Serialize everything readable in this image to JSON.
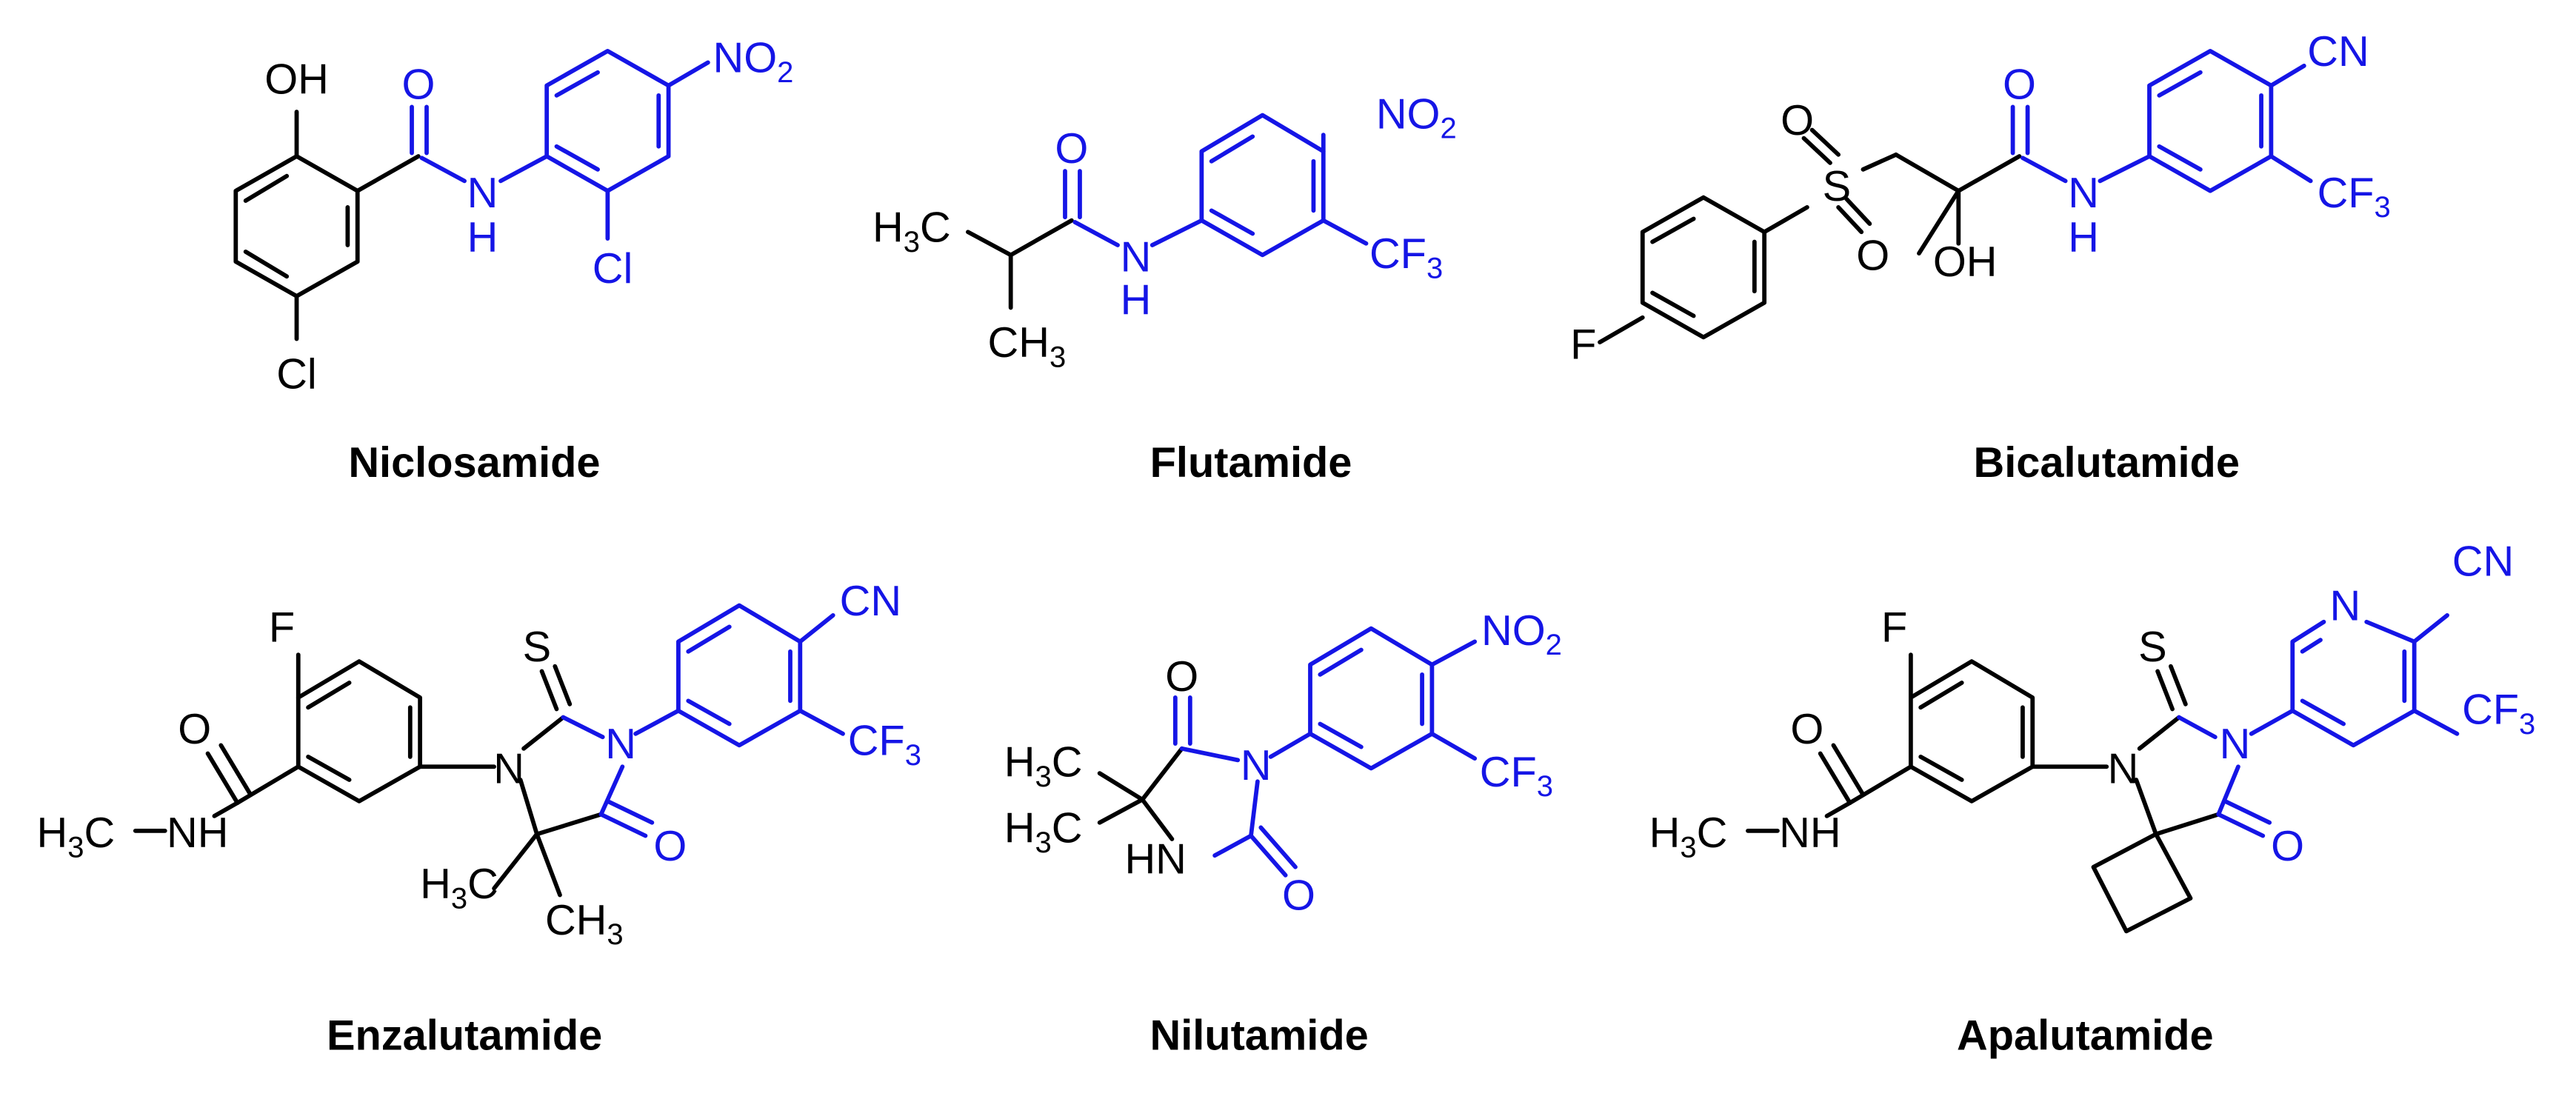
{
  "colors": {
    "structure": "#000000",
    "highlight": "#1515e6"
  },
  "molecules": [
    {
      "name": "Niclosamide",
      "labels": {
        "oh": "OH",
        "o": "O",
        "nh_n": "N",
        "nh_h": "H",
        "no2": "NO",
        "no2_sub": "2",
        "cl_ring": "Cl",
        "cl_bottom": "Cl"
      }
    },
    {
      "name": "Flutamide",
      "labels": {
        "h3c": "H",
        "h3c_sub": "3",
        "h3c_c": "C",
        "ch3_c": "CH",
        "ch3_sub": "3",
        "o": "O",
        "nh_n": "N",
        "nh_h": "H",
        "no2": "NO",
        "no2_sub": "2",
        "cf3": "CF",
        "cf3_sub": "3"
      }
    },
    {
      "name": "Bicalutamide",
      "labels": {
        "f": "F",
        "s": "S",
        "o_top": "O",
        "o_bottom": "O",
        "oh": "OH",
        "o": "O",
        "nh_n": "N",
        "nh_h": "H",
        "cn": "CN",
        "cf3": "CF",
        "cf3_sub": "3"
      }
    },
    {
      "name": "Enzalutamide",
      "labels": {
        "f": "F",
        "o_amide": "O",
        "h3c": "H",
        "h3c_sub": "3",
        "h3c_c": "C",
        "nh": "NH",
        "s": "S",
        "n1": "N",
        "n2": "N",
        "o_ring": "O",
        "h3c2": "H",
        "h3c2_sub": "3",
        "h3c2_c": "C",
        "ch3": "CH",
        "ch3_sub": "3",
        "cn": "CN",
        "cf3": "CF",
        "cf3_sub": "3"
      }
    },
    {
      "name": "Nilutamide",
      "labels": {
        "o_top": "O",
        "h3c_a": "H",
        "h3c_a_sub": "3",
        "h3c_a_c": "C",
        "h3c_b": "H",
        "h3c_b_sub": "3",
        "h3c_b_c": "C",
        "hn": "HN",
        "n": "N",
        "o_bottom": "O",
        "no2": "NO",
        "no2_sub": "2",
        "cf3": "CF",
        "cf3_sub": "3"
      }
    },
    {
      "name": "Apalutamide",
      "labels": {
        "f": "F",
        "o_amide": "O",
        "h3c": "H",
        "h3c_sub": "3",
        "h3c_c": "C",
        "nh": "NH",
        "s": "S",
        "n1": "N",
        "n2": "N",
        "o_ring": "O",
        "n_pyr": "N",
        "cn": "CN",
        "cf3": "CF",
        "cf3_sub": "3"
      }
    }
  ]
}
